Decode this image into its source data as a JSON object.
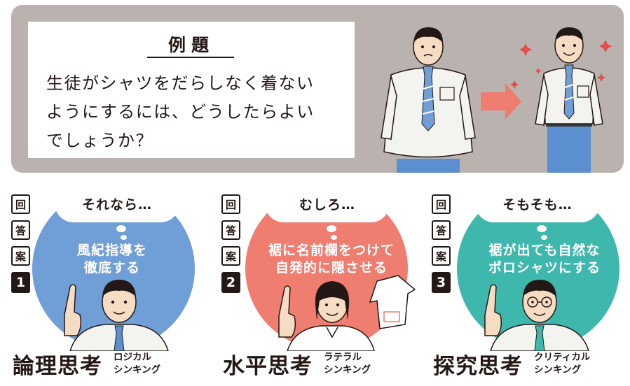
{
  "example": {
    "title": "例題",
    "question_lines": [
      "生徒がシャツをだらしなく着ない",
      "ようにするには、どうしたらよい",
      "でしょうか？"
    ]
  },
  "answer_label": [
    "回",
    "答",
    "案"
  ],
  "answers": [
    {
      "number": "1",
      "bubble": "それなら…",
      "text_lines": [
        "風紀指導を",
        "徹底する"
      ],
      "thinking_name": "論理思考",
      "thinking_reading_lines": [
        "ロジカル",
        "シンキング"
      ]
    },
    {
      "number": "2",
      "bubble": "むしろ…",
      "text_lines": [
        "裾に名前欄をつけて",
        "自発的に隠させる"
      ],
      "thinking_name": "水平思考",
      "thinking_reading_lines": [
        "ラテラル",
        "シンキング"
      ]
    },
    {
      "number": "3",
      "bubble": "そもそも…",
      "text_lines": [
        "裾が出ても自然な",
        "ポロシャツにする"
      ],
      "thinking_name": "探究思考",
      "thinking_reading_lines": [
        "クリティカル",
        "シンキング"
      ]
    }
  ],
  "colors": {
    "panel_bg": "#b9b2ae",
    "answer1": "#6f9fd6",
    "answer2": "#ef7d70",
    "answer3": "#3eb8ad",
    "arrow": "#ee7c6f"
  }
}
